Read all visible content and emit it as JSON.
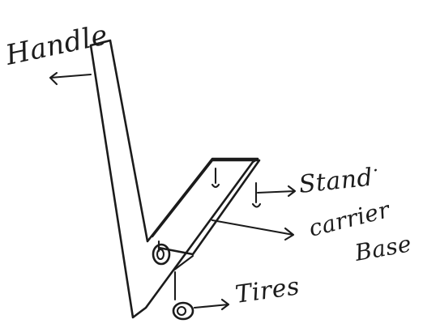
{
  "diagram": {
    "labels": {
      "handle": "Handle",
      "stand": "Stand",
      "carrier_base_line1": "carrier",
      "carrier_base_line2": "Base",
      "tires": "Tires"
    },
    "ink_color": "#1b1b1b",
    "background": "#ffffff"
  }
}
